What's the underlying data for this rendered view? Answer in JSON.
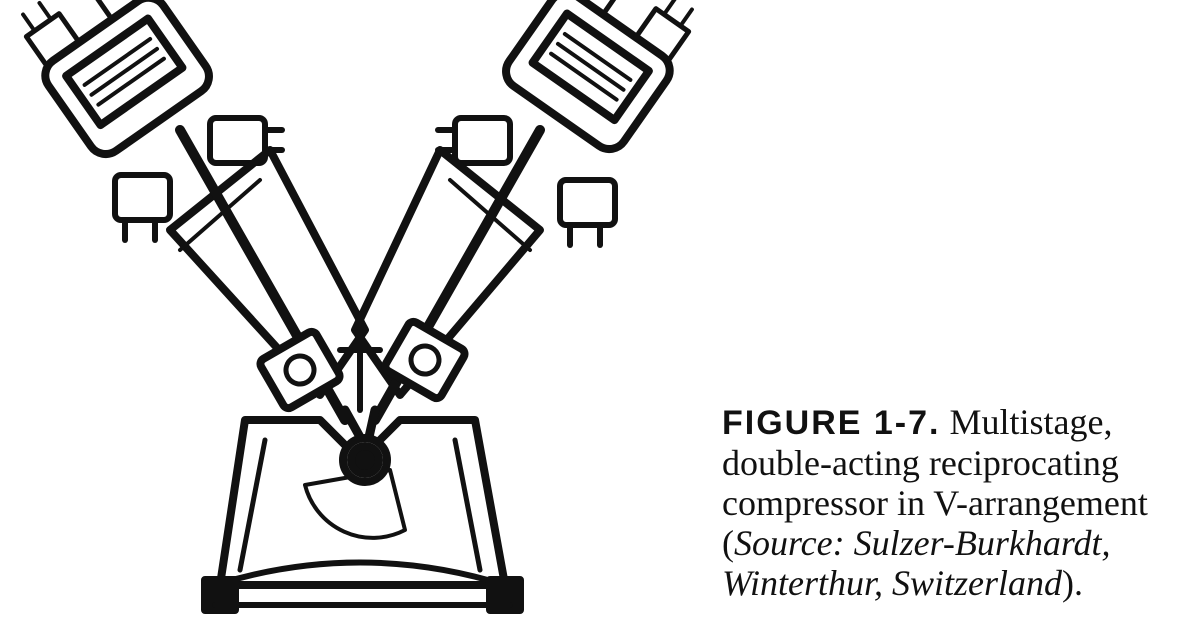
{
  "caption": {
    "label": "FIGURE 1-7.",
    "text": "Multistage, double-acting reciprocating compressor in V-arrangement",
    "source_prefix": "(",
    "source_label": "Source:",
    "source_text": "Sulzer-Burkhardt, Winterthur, Switzerland",
    "source_suffix": ")."
  },
  "colors": {
    "ink": "#111111",
    "paper": "#ffffff"
  }
}
